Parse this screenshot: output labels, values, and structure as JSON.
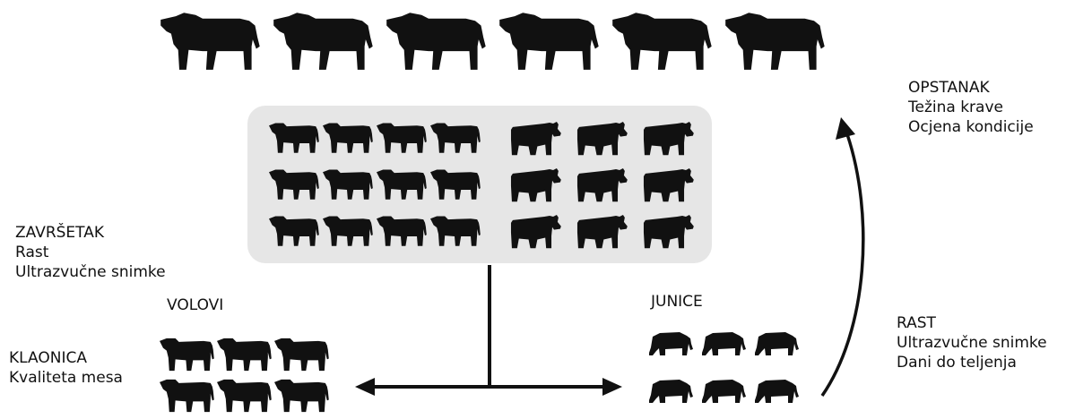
{
  "colors": {
    "ink": "#111111",
    "panel": "#e6e6e6",
    "background": "#ffffff"
  },
  "icons": {
    "bull": "bull-silhouette-icon",
    "steer": "steer-silhouette-icon",
    "cow": "cow-silhouette-icon",
    "heifer": "heifer-grazing-icon"
  },
  "counts": {
    "bulls": 6,
    "herd_steers": 12,
    "herd_cows": 9,
    "steers": 6,
    "heifers": 6
  },
  "labels": {
    "opstanak": {
      "title": "OPSTANAK",
      "lines": [
        "Težina krave",
        "Ocjena kondicije"
      ]
    },
    "zavrsetak": {
      "title": "ZAVRŠETAK",
      "lines": [
        "Rast",
        "Ultrazvučne snimke"
      ]
    },
    "volovi": "VOLOVI",
    "junice": "JUNICE",
    "klaonica": {
      "title": "KLAONICA",
      "lines": [
        "Kvaliteta mesa"
      ]
    },
    "rast": {
      "title": "RAST",
      "lines": [
        "Ultrazvučne snimke",
        "Dani do teljenja"
      ]
    }
  }
}
